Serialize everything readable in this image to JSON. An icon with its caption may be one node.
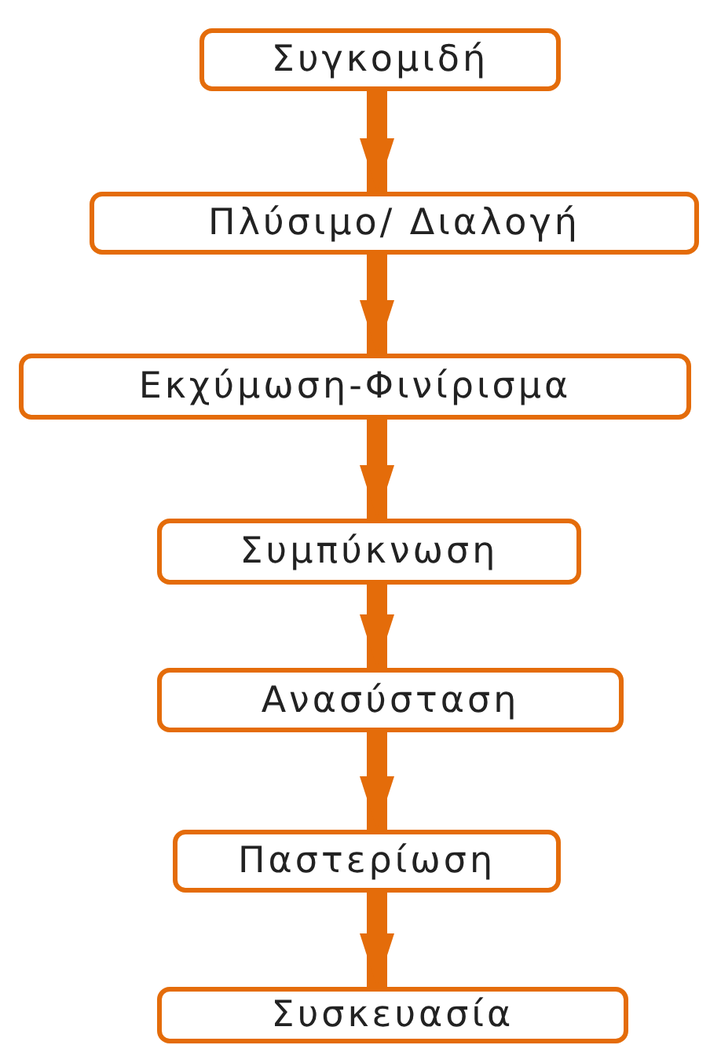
{
  "diagram": {
    "nodes": [
      {
        "text": [
          "Συγκομιδή"
        ]
      },
      {
        "text": [
          "Πλύσιμο/ Διαλογή"
        ]
      },
      {
        "text": [
          "Εκχύμωση-Φινίρισμα"
        ]
      },
      {
        "text": [
          "Συμπύκνωση"
        ]
      },
      {
        "text": [
          "Ανασύσταση"
        ]
      },
      {
        "text": [
          "Παστερίωση"
        ]
      },
      {
        "text": [
          "Συσκευασία"
        ]
      }
    ],
    "edges": [
      {
        "from": 0,
        "to": 1,
        "arrow": "to"
      },
      {
        "from": 1,
        "to": 2,
        "arrow": "to"
      },
      {
        "from": 2,
        "to": 3,
        "arrow": "to"
      },
      {
        "from": 3,
        "to": 4,
        "arrow": "to"
      },
      {
        "from": 4,
        "to": 5,
        "arrow": "to"
      },
      {
        "from": 5,
        "to": 6,
        "arrow": "to"
      }
    ]
  }
}
